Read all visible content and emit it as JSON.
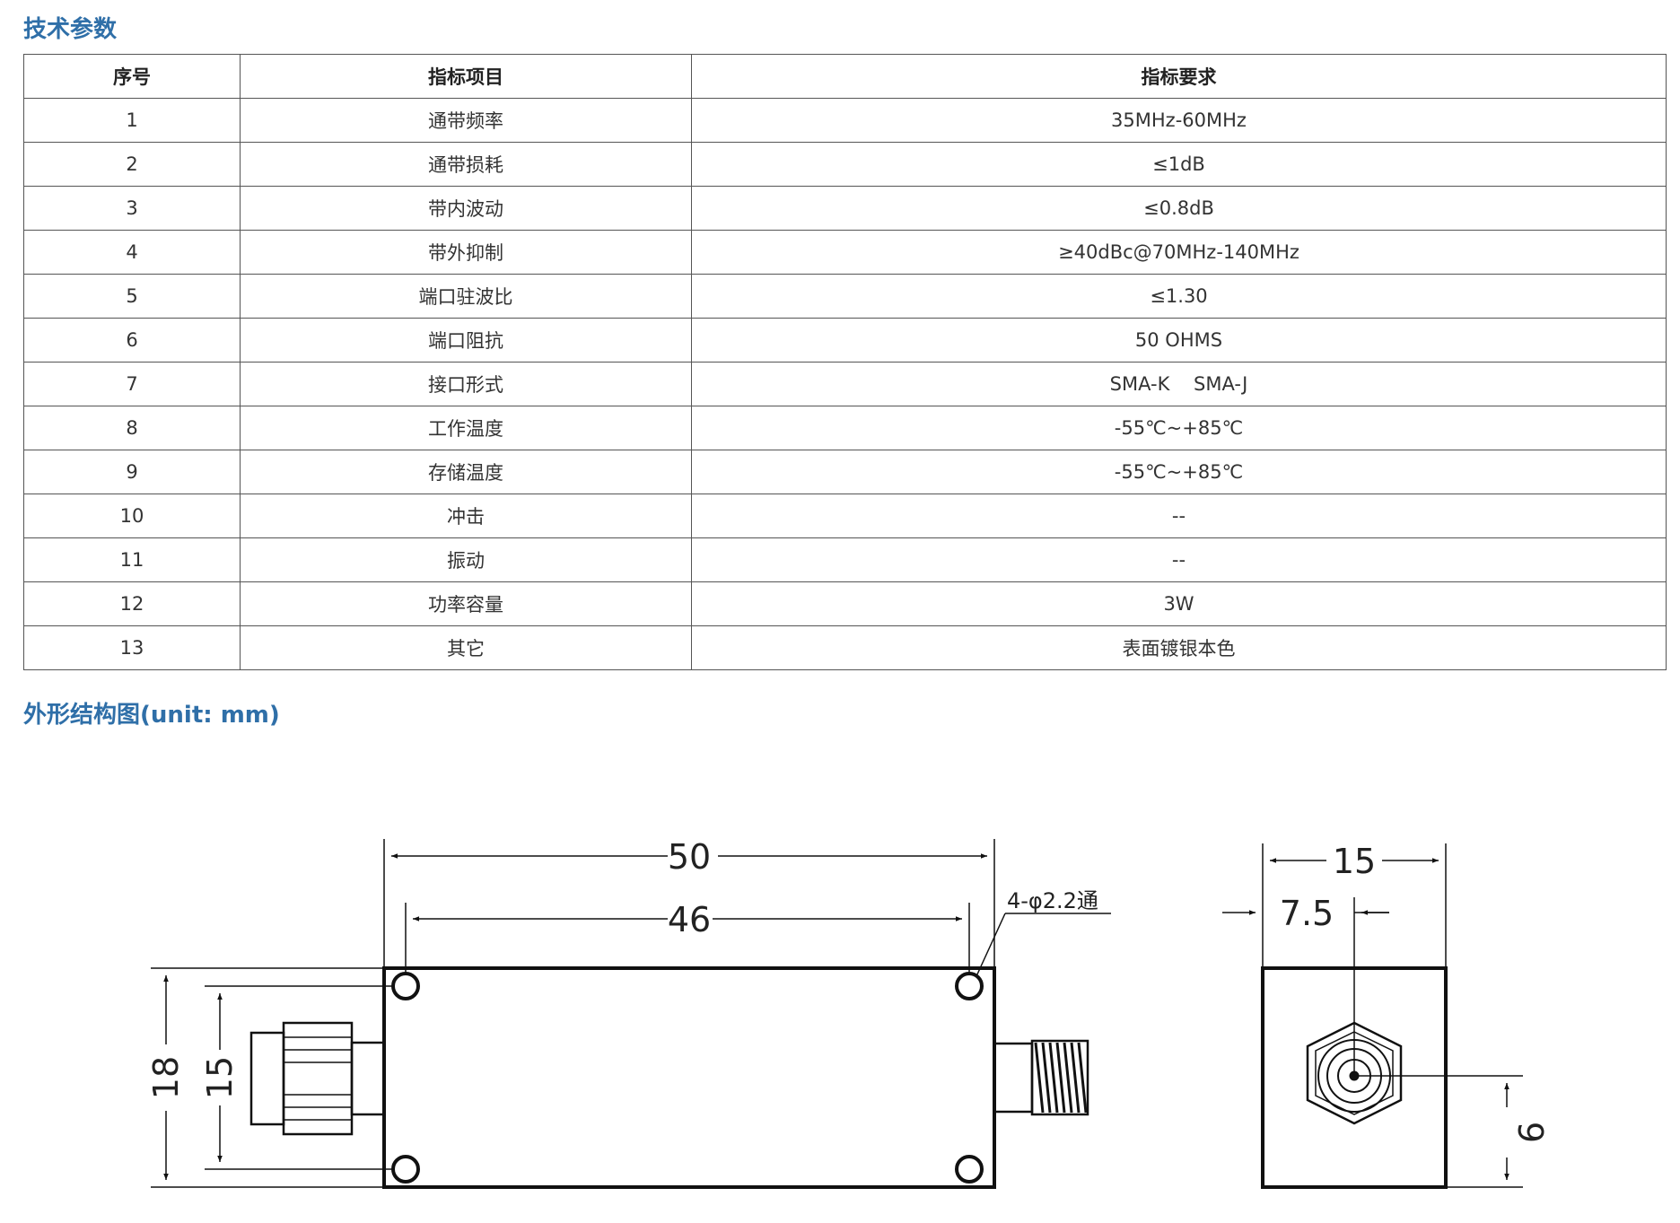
{
  "spec_section": {
    "title": "技术参数",
    "columns": [
      "序号",
      "指标项目",
      "指标要求"
    ],
    "rows": [
      {
        "no": "1",
        "item": "通带频率",
        "requirement": "35MHz-60MHz"
      },
      {
        "no": "2",
        "item": "通带损耗",
        "requirement": "≤1dB"
      },
      {
        "no": "3",
        "item": "带内波动",
        "requirement": "≤0.8dB"
      },
      {
        "no": "4",
        "item": "带外抑制",
        "requirement": "≥40dBc@70MHz-140MHz"
      },
      {
        "no": "5",
        "item": "端口驻波比",
        "requirement": "≤1.30"
      },
      {
        "no": "6",
        "item": "端口阻抗",
        "requirement": "50 OHMS"
      },
      {
        "no": "7",
        "item": "接口形式",
        "requirement": "SMA-K    SMA-J"
      },
      {
        "no": "8",
        "item": "工作温度",
        "requirement": "-55℃~+85℃"
      },
      {
        "no": "9",
        "item": "存储温度",
        "requirement": "-55℃~+85℃"
      },
      {
        "no": "10",
        "item": "冲击",
        "requirement": "--"
      },
      {
        "no": "11",
        "item": "振动",
        "requirement": "--"
      },
      {
        "no": "12",
        "item": "功率容量",
        "requirement": "3W"
      },
      {
        "no": "13",
        "item": "其它",
        "requirement": "表面镀银本色"
      }
    ]
  },
  "drawing_section": {
    "title": "外形结构图(unit: mm)",
    "dimensions": {
      "overall_length": "50",
      "hole_spacing_length": "46",
      "hole_callout": "4-φ2.2通",
      "overall_height": "18",
      "hole_spacing_height": "15",
      "width": "15",
      "half_width": "7.5",
      "connector_height": "9"
    }
  },
  "colors": {
    "title_blue": "#2f6fa8",
    "table_border": "#555555",
    "drawing_line": "#111111"
  }
}
